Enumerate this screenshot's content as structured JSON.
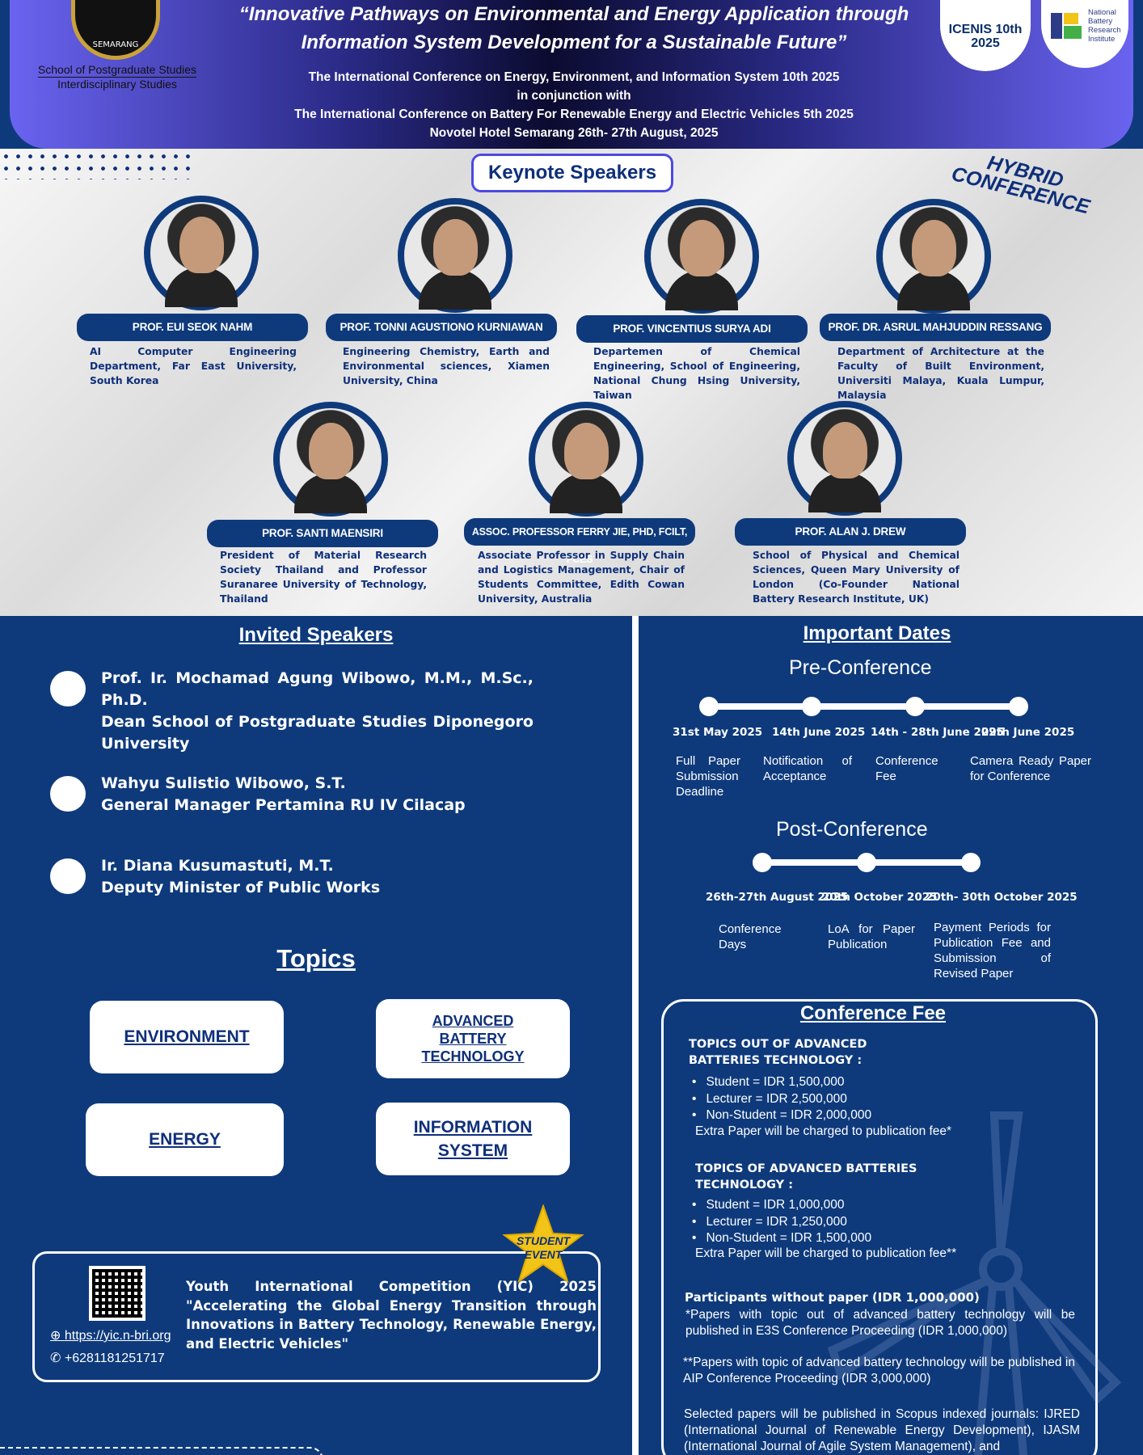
{
  "header": {
    "seal_text": "SEMARANG",
    "school_line1": "School of Postgraduate Studies",
    "school_line2": "Interdisciplinary Studies",
    "title_line1": "“Innovative Pathways on Environmental and Energy Application through",
    "title_line2": "Information System Development for a Sustainable Future”",
    "sub1": "The International Conference on Energy, Environment, and Information System 10th 2025",
    "sub2": "in conjunction with",
    "sub3": "The International Conference on Battery For Renewable Energy and Electric Vehicles 5th 2025",
    "sub4": "Novotel Hotel Semarang 26th- 27th August, 2025",
    "icenis_label": "ICENIS 10th",
    "icenis_year": "2025",
    "nbri_line1": "National",
    "nbri_line2": "Battery",
    "nbri_line3": "Research",
    "nbri_line4": "Institute"
  },
  "keynote": {
    "title": "Keynote Speakers",
    "badge_line1": "HYBRID",
    "badge_line2": "CONFERENCE",
    "speakers": [
      {
        "name": "PROF. EUI SEOK NAHM",
        "affil": "AI Computer Engineering Department, Far East University, South Korea"
      },
      {
        "name": "PROF. TONNI AGUSTIONO KURNIAWAN",
        "affil": "Engineering Chemistry, Earth and Environmental sciences, Xiamen University, China"
      },
      {
        "name": "PROF. VINCENTIUS SURYA ADI",
        "affil": "Departemen of Chemical Engineering, School of Engineering, National Chung Hsing University, Taiwan"
      },
      {
        "name": "PROF. DR. ASRUL MAHJUDDIN RESSANG",
        "affil": "Department of Architecture at the Faculty of Built Environment, Universiti Malaya, Kuala Lumpur, Malaysia"
      },
      {
        "name": "PROF. SANTI MAENSIRI",
        "affil": "President of Material Research Society Thailand and Professor Suranaree University of Technology, Thailand"
      },
      {
        "name": "ASSOC. PROFESSOR FERRY JIE, PHD, FCILT, FCES",
        "affil": "Associate Professor in Supply Chain and Logistics Management, Chair of Students Committee, Edith Cowan University, Australia"
      },
      {
        "name": "PROF. ALAN J. DREW",
        "affil": "School of Physical and Chemical Sciences, Queen Mary University of London (Co-Founder National Battery Research Institute, UK)"
      }
    ]
  },
  "invited": {
    "title": "Invited Speakers",
    "items": [
      {
        "line1": "Prof. Ir. Mochamad Agung Wibowo, M.M., M.Sc., Ph.D.",
        "line2": "Dean School of Postgraduate Studies Diponegoro University"
      },
      {
        "line1": "Wahyu Sulistio Wibowo, S.T.",
        "line2": "General Manager Pertamina RU IV Cilacap"
      },
      {
        "line1": "Ir. Diana Kusumastuti, M.T.",
        "line2": "Deputy Minister of Public Works"
      }
    ]
  },
  "topics": {
    "title": "Topics",
    "items": [
      "ENVIRONMENT",
      "ADVANCED BATTERY TECHNOLOGY",
      "ENERGY",
      "INFORMATION SYSTEM"
    ]
  },
  "yic": {
    "star_line1": "STUDENT",
    "star_line2": "EVENT",
    "link": "https://yic.n-bri.org",
    "phone": "+6281181251717",
    "text": "Youth International Competition (YIC) 2025 \"Accelerating the Global Energy Transition through Innovations in Battery Technology, Renewable Energy, and Electric Vehicles\""
  },
  "dates": {
    "title": "Important Dates",
    "pre_title": "Pre-Conference",
    "pre": [
      {
        "date": "31st May 2025",
        "desc": "Full Paper Submission Deadline"
      },
      {
        "date": "14th June 2025",
        "desc": "Notification of Acceptance"
      },
      {
        "date": "14th - 28th June 2025",
        "desc": "Conference Fee"
      },
      {
        "date": "29th June 2025",
        "desc": "Camera Ready Paper for Conference"
      }
    ],
    "post_title": "Post-Conference",
    "post": [
      {
        "date": "26th-27th August 2025",
        "desc": "Conference Days"
      },
      {
        "date": "20th October 2025",
        "desc": "LoA for Paper Publication"
      },
      {
        "date": "20th- 30th October 2025",
        "desc": "Payment Periods for Publication Fee and Submission of Revised Paper"
      }
    ]
  },
  "fee": {
    "title": "Conference Fee",
    "group1_head": "TOPICS OUT OF ADVANCED BATTERIES TECHNOLOGY :",
    "group1": [
      "Student = IDR 1,500,000",
      "Lecturer = IDR 2,500,000",
      "Non-Student = IDR 2,000,000"
    ],
    "group1_note": "Extra Paper will be charged to publication fee*",
    "group2_head": "TOPICS OF ADVANCED BATTERIES TECHNOLOGY :",
    "group2": [
      "Student = IDR 1,000,000",
      "Lecturer = IDR 1,250,000",
      "Non-Student = IDR 1,500,000"
    ],
    "group2_note": "Extra Paper will be charged to publication fee**",
    "participants": "Participants without paper (IDR 1,000,000)",
    "note1": "*Papers with topic out of advanced battery technology will be published in E3S Conference Proceeding (IDR 1,000,000)",
    "note2": "**Papers with topic of advanced battery technology will be published in AIP Conference Proceeding (IDR 3,000,000)",
    "note3": "Selected papers will be published in Scopus indexed journals: IJRED (International Journal of Renewable Energy Development), IJASM (International Journal of Agile System Management), and"
  },
  "colors": {
    "navy": "#0e3a7c",
    "accent": "#4b4ae0",
    "star": "#f2c417"
  }
}
